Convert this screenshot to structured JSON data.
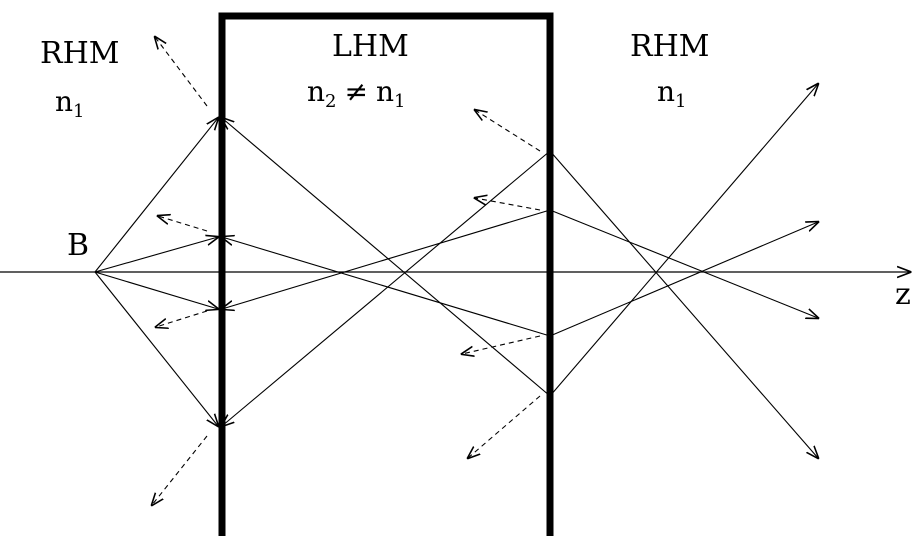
{
  "region_left": {
    "medium": "RHM",
    "index_base": "n",
    "index_sub": "1"
  },
  "region_middle": {
    "medium": "LHM",
    "relation_left_base": "n",
    "relation_left_sub": "2",
    "relation_symbol": "≠",
    "relation_right_base": "n",
    "relation_right_sub": "1"
  },
  "region_right": {
    "medium": "RHM",
    "index_base": "n",
    "index_sub": "1"
  },
  "source_label": "B",
  "axis_label": "z",
  "colors": {
    "line": "#000000",
    "background": "#ffffff"
  }
}
